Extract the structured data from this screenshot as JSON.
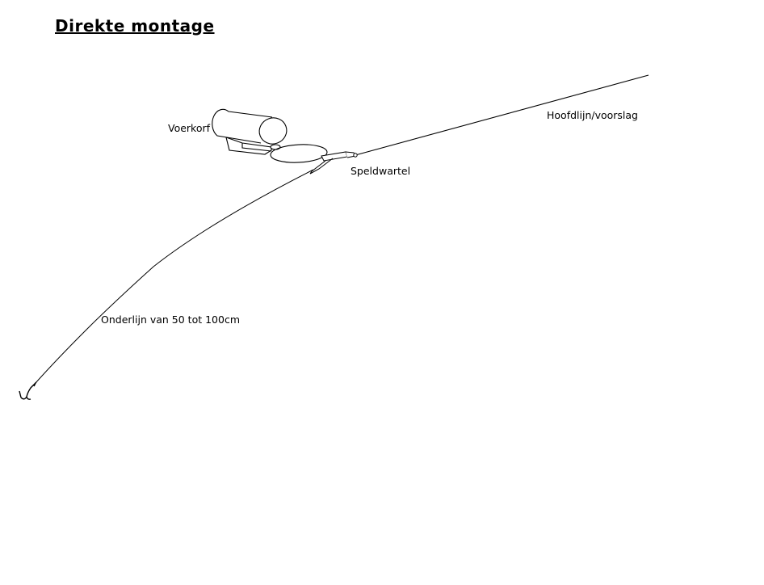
{
  "title": "Direkte montage",
  "labels": {
    "feeder": "Voerkorf",
    "main_line": "Hoofdlijn/voorslag",
    "snap_swivel": "Speldwartel",
    "hook_length": "Onderlijn van 50 tot 100cm"
  },
  "colors": {
    "line": "#000000",
    "background": "#ffffff"
  },
  "icons": [
    "feeder-basket-icon",
    "snap-swivel-icon",
    "fishing-hook-icon"
  ]
}
